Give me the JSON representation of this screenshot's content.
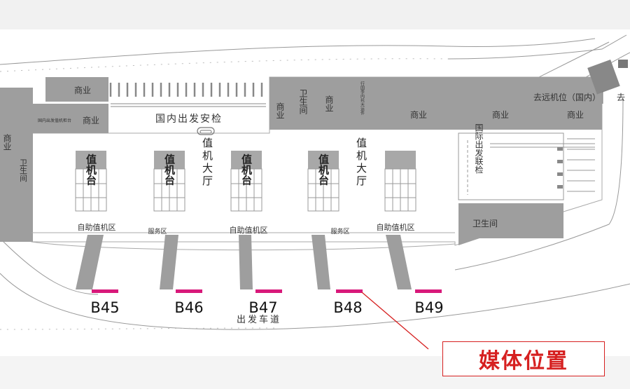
{
  "map": {
    "labels": {
      "shangye": "商业",
      "domestic_security": "国内出发安检",
      "stall_text": "国内出发值机柜台",
      "weishengjian": "卫生间",
      "remote_stand": "去远机位（国内）",
      "remote_stand_cut": "去",
      "check_in_hall": "值机大厅",
      "check_in_counter": "值机台",
      "self_service_area": "自助值机区",
      "service_area": "服务区",
      "baggage_text": "行国李内托大运件",
      "intl_joint_check": "国际出发联检",
      "departure_road": "出发车道"
    },
    "gates": [
      "B45",
      "B46",
      "B47",
      "B48",
      "B49"
    ],
    "callout": "媒体位置",
    "colors": {
      "building": "#9e9e9e",
      "counter": "#a8a8a8",
      "media_marker": "#d8197a",
      "callout_red": "#d62020"
    }
  }
}
